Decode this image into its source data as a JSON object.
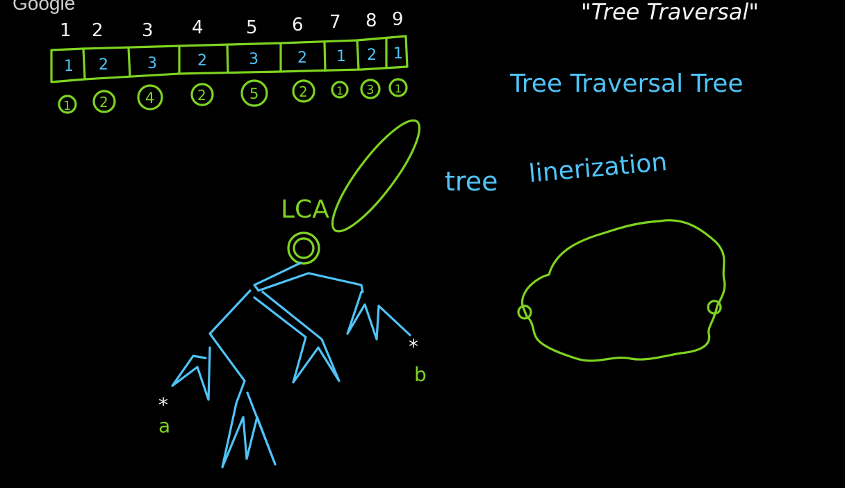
{
  "logo": "Google",
  "array": {
    "indices": [
      "1",
      "2",
      "3",
      "4",
      "5",
      "6",
      "7",
      "8",
      "9"
    ],
    "values": [
      "1",
      "2",
      "3",
      "2",
      "3",
      "2",
      "1",
      "2",
      "1"
    ],
    "circled": [
      "1",
      "2",
      "4",
      "2",
      "5",
      "2",
      "1",
      "3",
      "1"
    ]
  },
  "headings": {
    "quote": "\"Tree Traversal\"",
    "tree_traversal_tree": "Tree Traversal Tree",
    "tree": "tree",
    "linerization": "linerization"
  },
  "labels": {
    "lca": "LCA",
    "a": "a",
    "b": "b",
    "star": "*"
  },
  "colors": {
    "background": "#000000",
    "green": "#7ed321",
    "blue": "#4fc3f7",
    "white": "#f2f2f2"
  }
}
